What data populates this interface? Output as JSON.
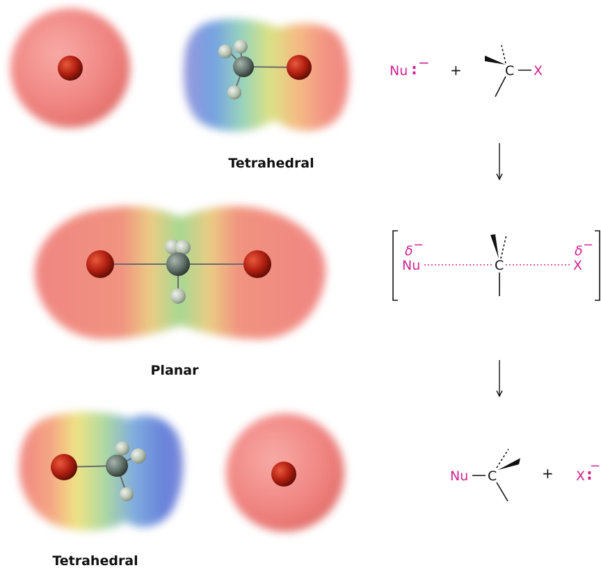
{
  "colors": {
    "magenta": "#d1228f",
    "ink": "#111111",
    "surface_red": "#f07c78",
    "sphere_red": "#b02010",
    "carbon_gray": "#6f7f78",
    "hydrogen_gray": "#c7d0c4"
  },
  "labels": {
    "top": "Tetrahedral",
    "middle": "Planar",
    "bottom": "Tetrahedral"
  },
  "reactants": {
    "nucleophile": "Nu",
    "lone_pair": ":",
    "charge": "−",
    "plus": "+",
    "carbon": "C",
    "leaving_group": "X"
  },
  "transition_state": {
    "delta_left": "δ",
    "delta_left_charge": "−",
    "nucleophile": "Nu",
    "carbon": "C",
    "delta_right": "δ",
    "delta_right_charge": "−",
    "leaving_group": "X",
    "bracket_left": "[",
    "bracket_right": "]"
  },
  "products": {
    "nucleophile": "Nu",
    "carbon": "C",
    "plus": "+",
    "leaving_group": "X",
    "lone_pair": ":",
    "charge": "−"
  }
}
